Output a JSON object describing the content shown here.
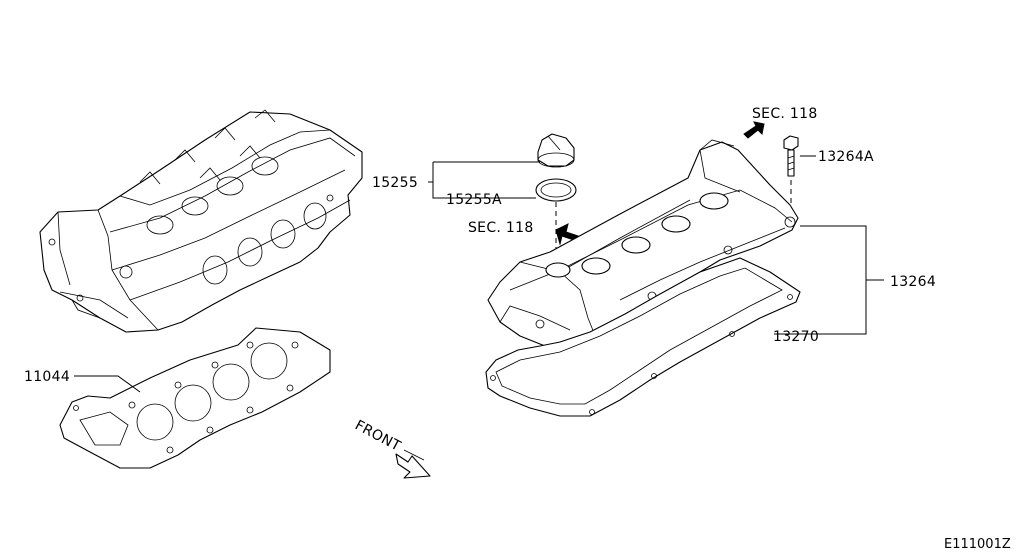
{
  "labels": {
    "cylinder_head_gasket": "11044",
    "oil_filler_cap": "15255",
    "filler_cap_gasket": "15255A",
    "sec_118_upper": "SEC. 118",
    "sec_118_lower": "SEC. 118",
    "cover_bolt": "13264A",
    "rocker_cover": "13264",
    "rocker_cover_gasket": "13270",
    "front": "FRONT",
    "diagram_code": "E111001Z"
  }
}
